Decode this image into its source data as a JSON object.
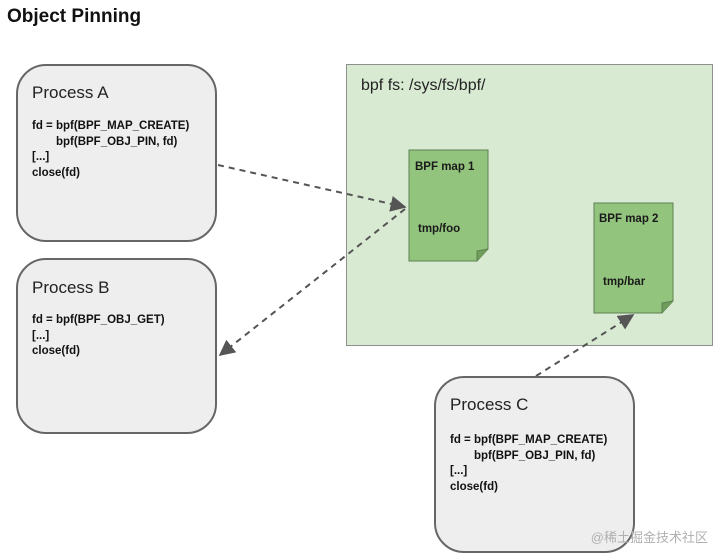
{
  "title": "Object Pinning",
  "bpffs": {
    "label": "bpf fs: /sys/fs/bpf/"
  },
  "maps": [
    {
      "name": "BPF map 1",
      "path": "tmp/foo"
    },
    {
      "name": "BPF map 2",
      "path": "tmp/bar"
    }
  ],
  "processes": {
    "a": {
      "title": "Process A",
      "code": [
        "fd = bpf(BPF_MAP_CREATE)",
        "bpf(BPF_OBJ_PIN, fd)",
        "[...]",
        "close(fd)"
      ]
    },
    "b": {
      "title": "Process B",
      "code": [
        "fd = bpf(BPF_OBJ_GET)",
        "[...]",
        "close(fd)"
      ]
    },
    "c": {
      "title": "Process C",
      "code": [
        "fd = bpf(BPF_MAP_CREATE)",
        "bpf(BPF_OBJ_PIN, fd)",
        "[...]",
        "close(fd)"
      ]
    }
  },
  "watermark": "@稀土掘金技术社区",
  "colors": {
    "container": "#d9ead3",
    "map": "#93c47d",
    "process": "#eeeeee",
    "arrow": "#555555"
  }
}
